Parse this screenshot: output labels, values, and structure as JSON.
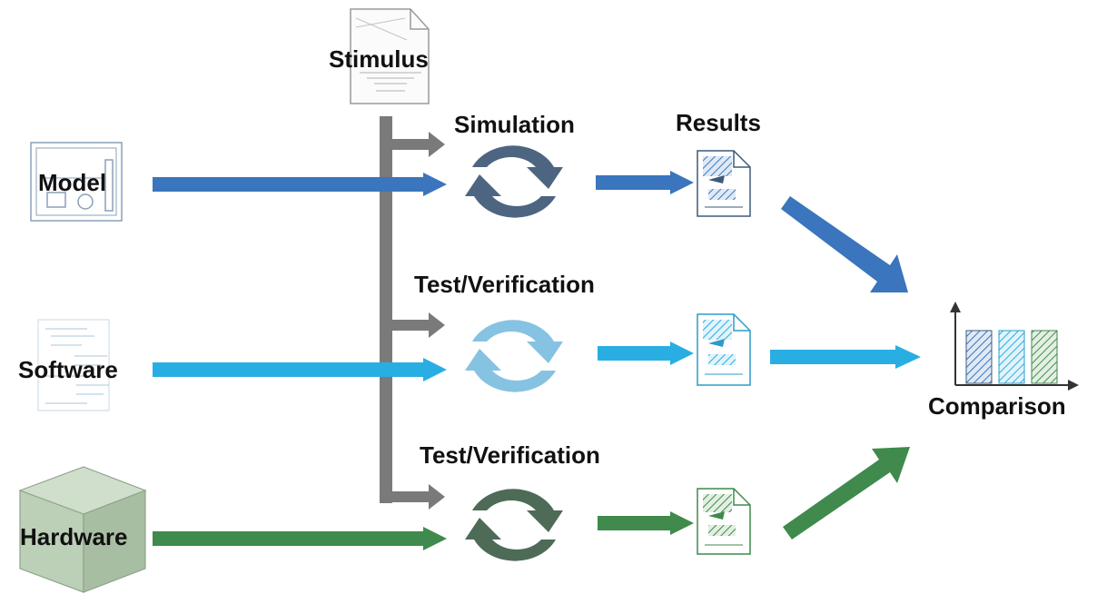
{
  "labels": {
    "stimulus": "Stimulus",
    "model": "Model",
    "software": "Software",
    "hardware": "Hardware",
    "simulation": "Simulation",
    "test_verification_sw": "Test/Verification",
    "test_verification_hw": "Test/Verification",
    "results": "Results",
    "comparison": "Comparison"
  },
  "icons": {
    "stimulus": "document-icon",
    "model": "model-sketch-icon",
    "software": "code-sketch-icon",
    "hardware": "hardware-box-icon",
    "cycle": "cycle-arrows-icon",
    "result": "result-document-icon",
    "comparison": "bar-chart-icon"
  },
  "colors": {
    "model": "#3a75bd",
    "software": "#29aee3",
    "hardware": "#3f8a4c",
    "stimulus": "#7a7a7a",
    "simulation_cycle": "#4d6580",
    "software_cycle": "#86c2e2",
    "hardware_cycle": "#4e6b58",
    "hardware_box": "#b5cbb0"
  }
}
